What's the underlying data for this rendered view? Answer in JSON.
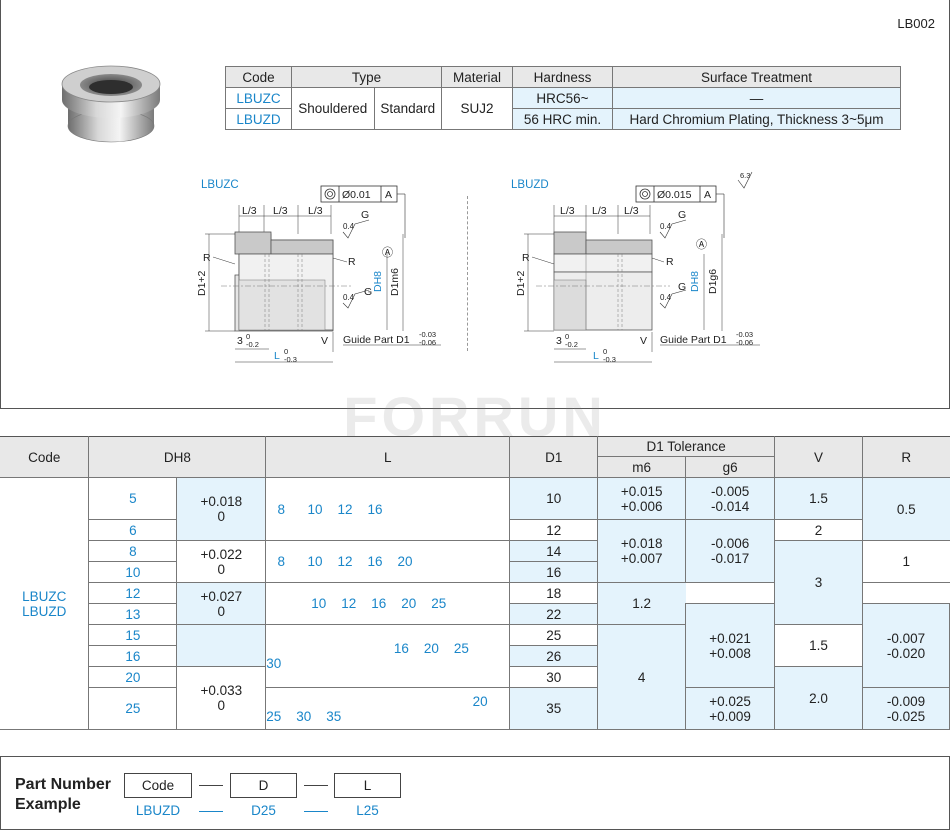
{
  "doc_code": "LB002",
  "spec_table": {
    "headers": [
      "Code",
      "Type",
      "Material",
      "Hardness",
      "Surface Treatment"
    ],
    "codes": [
      "LBUZC",
      "LBUZD"
    ],
    "type_1": "Shouldered",
    "type_2": "Standard",
    "material": "SUJ2",
    "hardness": [
      "HRC56~",
      "56 HRC min."
    ],
    "surface": [
      "—",
      "Hard Chromium Plating, Thickness 3~5μm"
    ]
  },
  "diagrams": {
    "c": {
      "title": "LBUZC",
      "tolerance": "0.01",
      "datum": "A",
      "l3": "L/3",
      "g": "G",
      "roughness": "0.4",
      "r": "R",
      "d1plus2": "D1+2",
      "dh8": "DH8",
      "d1tol": "D1m6",
      "three": "3",
      "three_tol": [
        "0",
        "-0.2"
      ],
      "l": "L",
      "l_tol": [
        "0",
        "-0.3"
      ],
      "v": "V",
      "guide": "Guide Part D1",
      "guide_tol": [
        "-0.03",
        "-0.06"
      ]
    },
    "d": {
      "title": "LBUZD",
      "tolerance": "0.015",
      "datum": "A",
      "surface_mark": "6.3",
      "l3": "L/3",
      "g": "G",
      "roughness": "0.4",
      "r": "R",
      "d1plus2": "D1+2",
      "dh8": "DH8",
      "d1tol": "D1g6",
      "three": "3",
      "three_tol": [
        "0",
        "-0.2"
      ],
      "l": "L",
      "l_tol": [
        "0",
        "-0.3"
      ],
      "v": "V",
      "guide": "Guide Part D1",
      "guide_tol": [
        "-0.03",
        "-0.06"
      ]
    }
  },
  "watermark": "FORRUN",
  "main_table": {
    "headers": {
      "code": "Code",
      "dh8": "DH8",
      "l": "L",
      "d1": "D1",
      "d1_tol": "D1 Tolerance",
      "m6": "m6",
      "g6": "g6",
      "v": "V",
      "r": "R"
    },
    "codes": [
      "LBUZC",
      "LBUZD"
    ],
    "d_values": [
      "5",
      "6",
      "8",
      "10",
      "12",
      "13",
      "15",
      "16",
      "20",
      "25"
    ],
    "d_tols": [
      [
        "+0.018",
        "0"
      ],
      [
        "+0.022",
        "0"
      ],
      [
        "+0.027",
        "0"
      ],
      [
        "+0.033",
        "0"
      ]
    ],
    "l_groups": [
      [
        "8",
        "10",
        "12",
        "16"
      ],
      [
        "8",
        "10",
        "12",
        "16",
        "20"
      ],
      [
        "10",
        "12",
        "16",
        "20",
        "25"
      ],
      [
        "16",
        "20",
        "25",
        "30"
      ],
      [
        "20",
        "25",
        "30",
        "35"
      ]
    ],
    "d1_values": [
      "10",
      "12",
      "14",
      "16",
      "18",
      "22",
      "25",
      "26",
      "30",
      "35"
    ],
    "m6": [
      [
        "+0.015",
        "+0.006"
      ],
      [
        "+0.018",
        "+0.007"
      ],
      [
        "+0.021",
        "+0.008"
      ],
      [
        "+0.025",
        "+0.009"
      ]
    ],
    "g6": [
      [
        "-0.005",
        "-0.014"
      ],
      [
        "-0.006",
        "-0.017"
      ],
      [
        "-0.007",
        "-0.020"
      ],
      [
        "-0.009",
        "-0.025"
      ]
    ],
    "v": [
      "1.5",
      "2",
      "3",
      "4"
    ],
    "r": [
      "0.5",
      "1",
      "1.2",
      "1.5",
      "2.0"
    ]
  },
  "part_number": {
    "title_1": "Part Number",
    "title_2": "Example",
    "boxes": [
      "Code",
      "D",
      "L"
    ],
    "values": [
      "LBUZD",
      "D25",
      "L25"
    ]
  }
}
